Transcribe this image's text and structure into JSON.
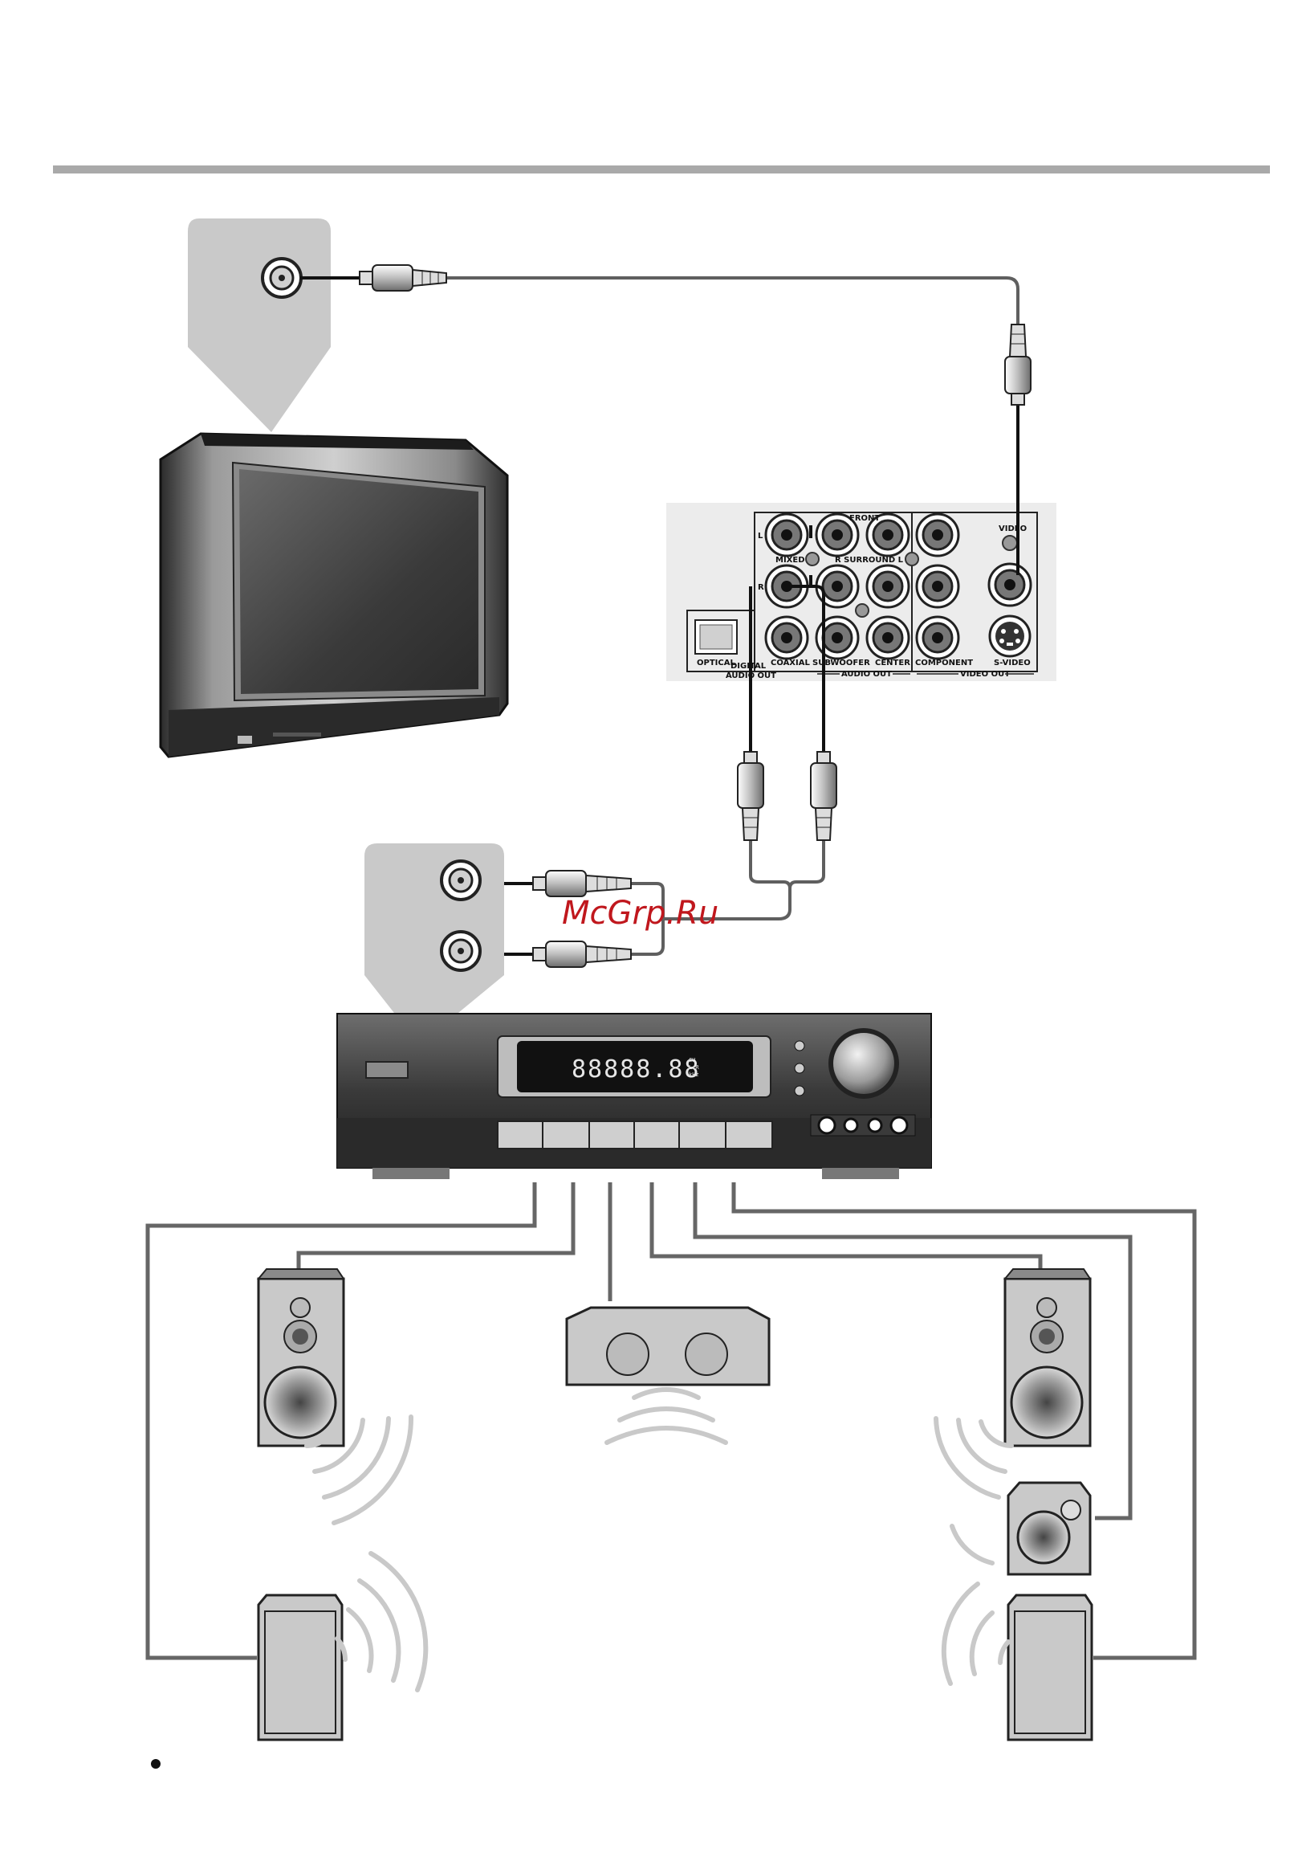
{
  "panel": {
    "front": "FRONT",
    "video": "VIDEO",
    "l": "L",
    "r": "R",
    "mixed": "MIXED",
    "surround": "R  SURROUND L",
    "optical": "OPTICAL",
    "digital_audio_out_1": "DIGITAL",
    "digital_audio_out_2": "AUDIO OUT",
    "coaxial": "COAXIAL",
    "subwoofer": "SUBWOOFER",
    "center": "CENTER",
    "component": "COMPONENT",
    "svideo": "S-VIDEO",
    "audio_out": "AUDIO OUT",
    "video_out": "VIDEO OUT"
  },
  "receiver": {
    "display_text": "88888.88",
    "display_small_1": "CH",
    "display_small_2": "L.R",
    "display_small_3": "kHz"
  },
  "watermark": "McGrp.Ru",
  "colors": {
    "frame_gray": "#a9a9a9",
    "cable": "#5f5f5f",
    "panel_bg": "#ececec",
    "device_dark": "#2a2a2a",
    "watermark": "#c0171d"
  }
}
